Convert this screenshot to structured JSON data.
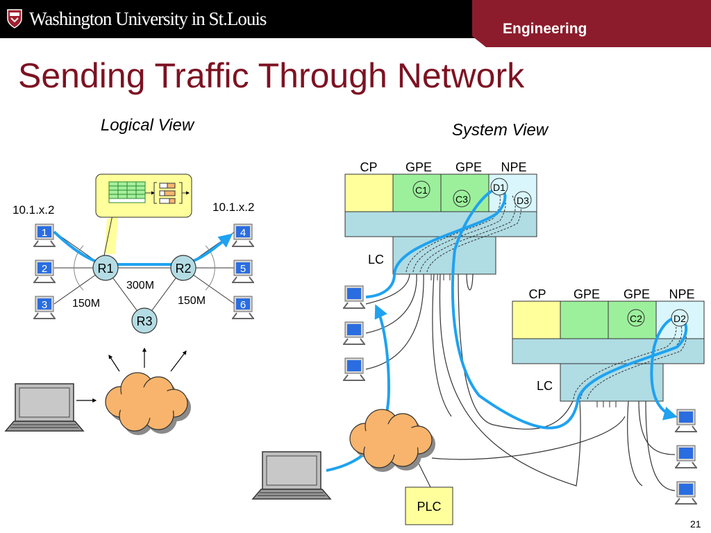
{
  "header": {
    "university": "Washington University in St.Louis",
    "section": "Engineering",
    "colors": {
      "bar": "#000000",
      "accent": "#8c1c2c",
      "title": "#7d1222"
    },
    "logo_icon": "crest-shield-icon"
  },
  "title": "Sending Traffic Through Network",
  "logical_view": {
    "heading": "Logical View",
    "routers": [
      "R1",
      "R2",
      "R3"
    ],
    "hosts": [
      "1",
      "2",
      "3",
      "4",
      "5",
      "6"
    ],
    "address_left": "10.1.x.2",
    "address_right": "10.1.x.2",
    "link_left": "150M",
    "link_middle": "300M",
    "link_right": "150M"
  },
  "system_view": {
    "heading": "System View",
    "chassis_top": {
      "slots": [
        "CP",
        "GPE",
        "GPE",
        "NPE"
      ],
      "line_card": "LC",
      "nodes": [
        "C1",
        "C3",
        "D1",
        "D3"
      ]
    },
    "chassis_bottom": {
      "slots": [
        "CP",
        "GPE",
        "GPE",
        "NPE"
      ],
      "line_card": "LC",
      "nodes": [
        "C2",
        "D2"
      ]
    },
    "controller": "PLC",
    "colors": {
      "cp": "#ffff9c",
      "gpe": "#9cf09c",
      "npe": "#d8f6fb",
      "line_card": "#b0dce4",
      "traffic": "#1fa2f0",
      "cloud": "#f8b46c"
    }
  },
  "page_number": "21"
}
